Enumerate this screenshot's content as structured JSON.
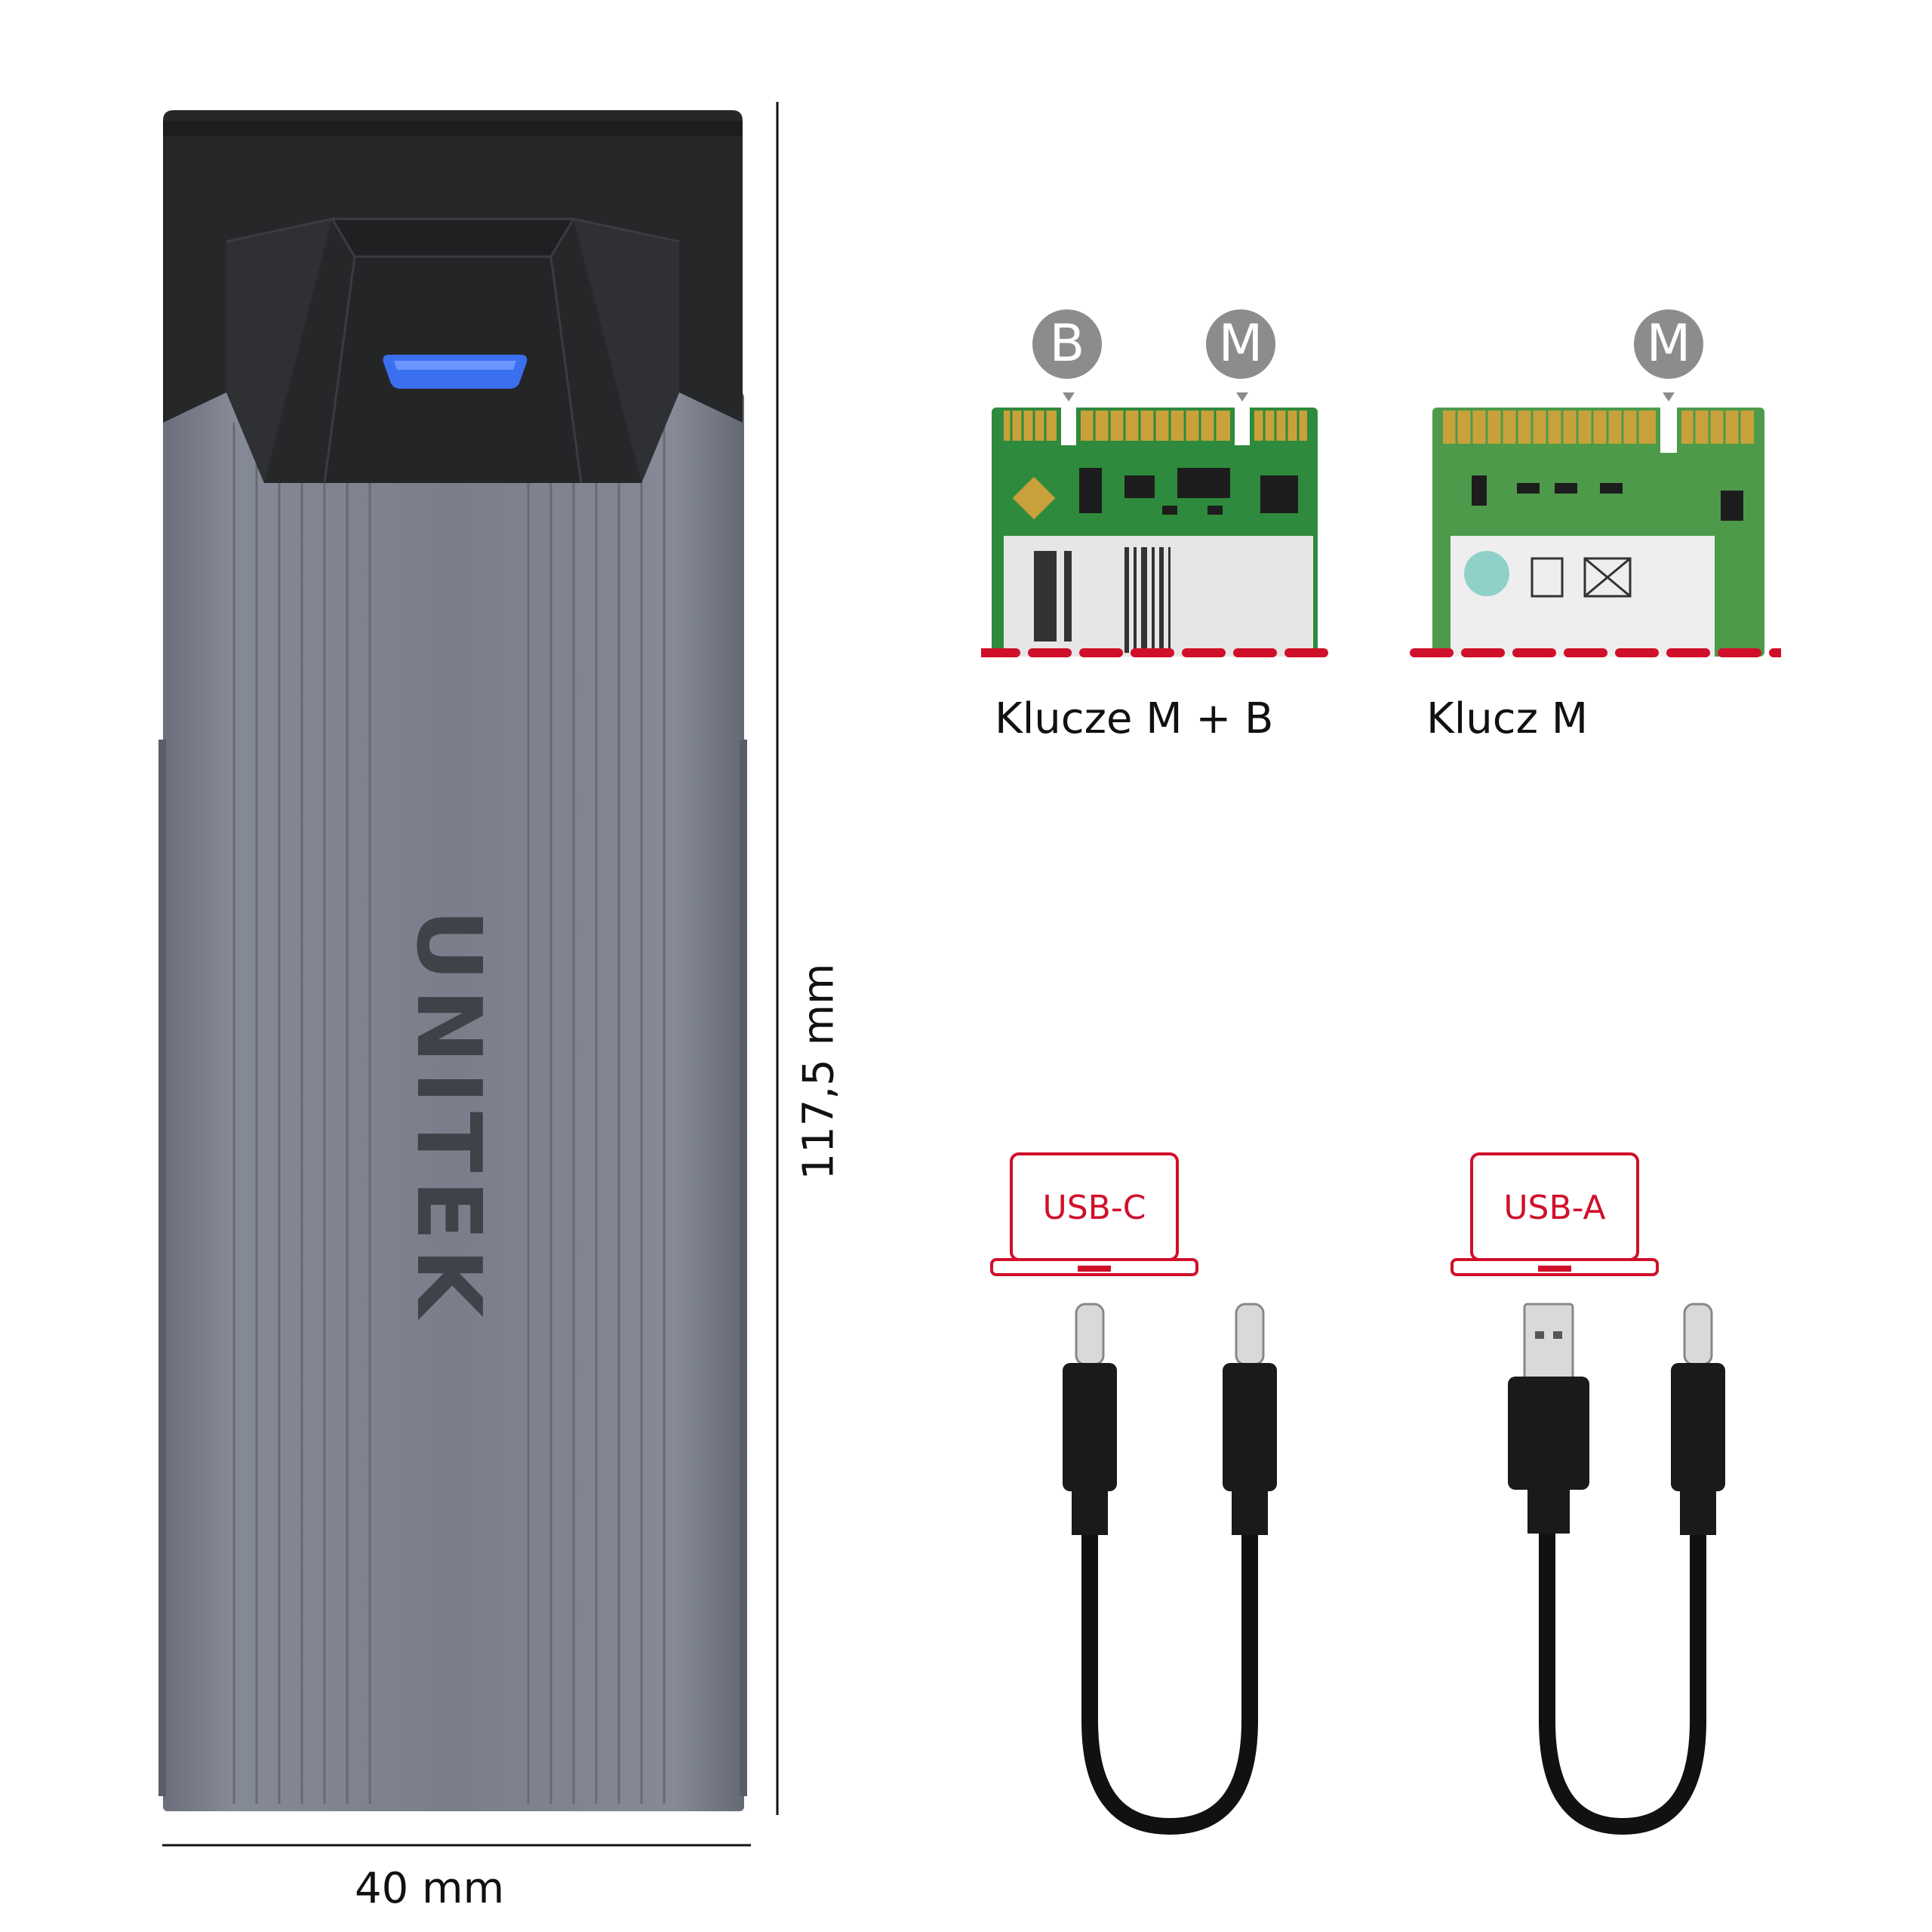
{
  "product": {
    "brand": "UNITEK",
    "width_label": "40 mm",
    "length_label": "117,5 mm"
  },
  "ssd_keys": [
    {
      "badges": [
        "B",
        "M"
      ],
      "label": "Klucze M + B"
    },
    {
      "badges": [
        "M"
      ],
      "label": "Klucz M"
    }
  ],
  "cables": [
    {
      "host_label": "USB-C"
    },
    {
      "host_label": "USB-A"
    }
  ],
  "colors": {
    "accent": "#d0102a",
    "enclosure": "#7d818e",
    "cap": "#262729",
    "led": "#3a6ff0",
    "badge": "#8c8c8c",
    "pcb": "#2e8a3c"
  }
}
